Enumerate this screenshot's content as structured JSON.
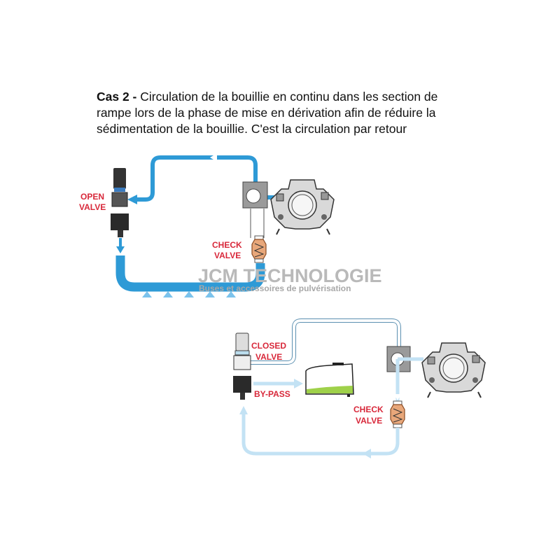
{
  "caption": {
    "lead": "Cas 2 -",
    "line1": " Circulation de la bouillie en continu dans les section de",
    "line2": "rampe lors de la phase de mise en dérivation afin de réduire la",
    "line3": "sédimentation de la bouillie. C'est la circulation par retour"
  },
  "top_diagram": {
    "open_valve": [
      "OPEN",
      "VALVE"
    ],
    "check_valve": [
      "CHECK",
      "VALVE"
    ]
  },
  "bottom_diagram": {
    "closed_valve": [
      "CLOSED",
      "VALVE"
    ],
    "bypass": "BY-PASS",
    "check_valve": [
      "CHECK",
      "VALVE"
    ]
  },
  "watermark": {
    "title": "JCM TECHNOLOGIE",
    "subtitle": "Buses et accessoires de pulvérisation"
  },
  "colors": {
    "pipe_active": "#2e9ad6",
    "pipe_idle": "#c3e2f4",
    "label": "#d8283a"
  }
}
